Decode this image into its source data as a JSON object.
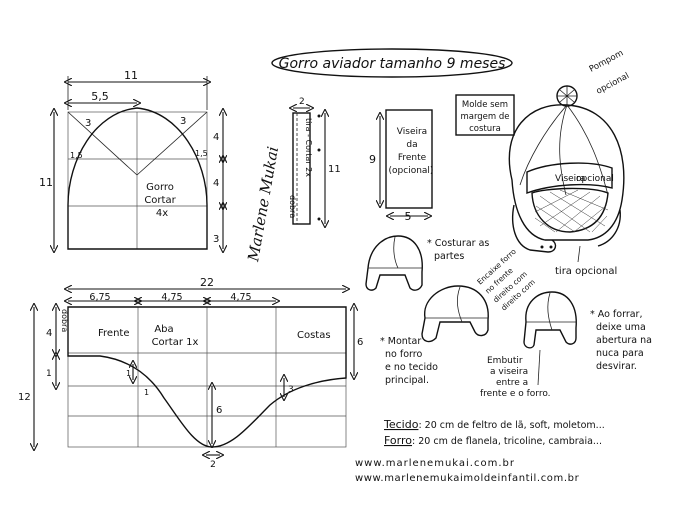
{
  "title": "Gorro aviador tamanho 9 meses",
  "note": [
    "Molde sem",
    "margem de",
    "costura"
  ],
  "crown_piece": {
    "label": [
      "Gorro",
      "Cortar",
      "4x"
    ],
    "dim_width": "11",
    "dim_half_width": "5,5",
    "dim_height": "11",
    "dim_top_right": "4",
    "dim_mid_right": "4",
    "dim_bottom_right": "3",
    "dim_diag_left": "3",
    "dim_diag_right": "3",
    "dim_small_left": "1,5",
    "dim_small_right": "1,5"
  },
  "strap_piece": {
    "label": "tira - Cortar 2x",
    "fold": "dobra",
    "dim_width": "2",
    "dim_height": "11"
  },
  "signature": "Marlene Mukai",
  "visor_piece": {
    "label": [
      "Viseira",
      "da",
      "Frente",
      "(opcional)"
    ],
    "dim_height": "9",
    "dim_width": "5"
  },
  "side_piece": {
    "dim_total": "22",
    "dim_a": "6,75",
    "dim_b": "4,75",
    "dim_c": "4,75",
    "fold": "dobra",
    "label_front": "Frente",
    "label_flap": [
      "Aba",
      "Cortar 1x"
    ],
    "label_back": "Costas",
    "dim_left_top": "4",
    "dim_left_bottom": "12",
    "dim_left_small": "1",
    "dim_curve_small": "1",
    "dim_center_drop": "6",
    "dim_bottom": "2",
    "dim_right": "6",
    "dim_right_inner": "3"
  },
  "hat_labels": {
    "pompom": [
      "Pompom",
      "opcional"
    ],
    "visor": [
      "Viseira",
      "opcional"
    ],
    "strap": "tira opcional"
  },
  "steps": {
    "sew": [
      "* Costurar as",
      "partes"
    ],
    "fit": [
      "Encaixe forro",
      "no frente",
      "direito com",
      "direito com"
    ],
    "assemble": [
      "* Montar",
      "no forro",
      "e no tecido",
      "principal."
    ],
    "embed": [
      "Embutir",
      "a viseira",
      "entre a",
      "frente e o forro."
    ],
    "lining": [
      "* Ao forrar,",
      "deixe uma",
      "abertura na",
      "nuca para",
      "desvirar."
    ]
  },
  "materials": {
    "fabric_label": "Tecido",
    "fabric_text": ": 20 cm de feltro de lã, soft, moletom...",
    "lining_label": "Forro",
    "lining_text": ": 20 cm de flanela, tricoline, cambraia..."
  },
  "websites": [
    "www.marlenemukai.com.br",
    "www.marlenemukaimoldeinfantil.com.br"
  ]
}
